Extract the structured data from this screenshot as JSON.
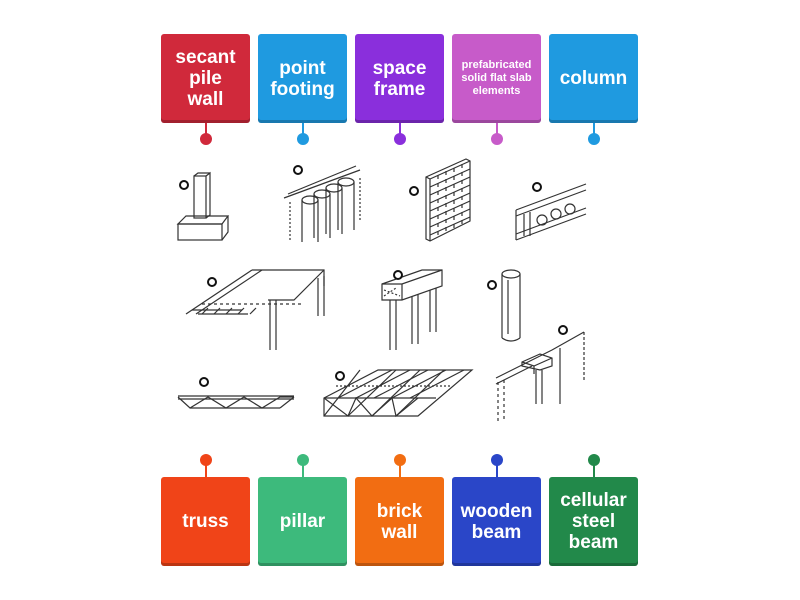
{
  "top_labels": [
    {
      "text": "secant\npile\nwall",
      "color": "#d0293b",
      "small": false
    },
    {
      "text": "point\nfooting",
      "color": "#1f9ae0",
      "small": false
    },
    {
      "text": "space\nframe",
      "color": "#8a2fdc",
      "small": false
    },
    {
      "text": "prefabricated\nsolid flat slab\nelements",
      "color": "#c75bc9",
      "small": true
    },
    {
      "text": "column",
      "color": "#1f9ae0",
      "small": false
    }
  ],
  "bottom_labels": [
    {
      "text": "truss",
      "color": "#f04418"
    },
    {
      "text": "pillar",
      "color": "#3dba7c"
    },
    {
      "text": "brick\nwall",
      "color": "#f26d12"
    },
    {
      "text": "wooden\nbeam",
      "color": "#2a46c8"
    },
    {
      "text": "cellular\nsteel\nbeam",
      "color": "#22894a"
    }
  ]
}
